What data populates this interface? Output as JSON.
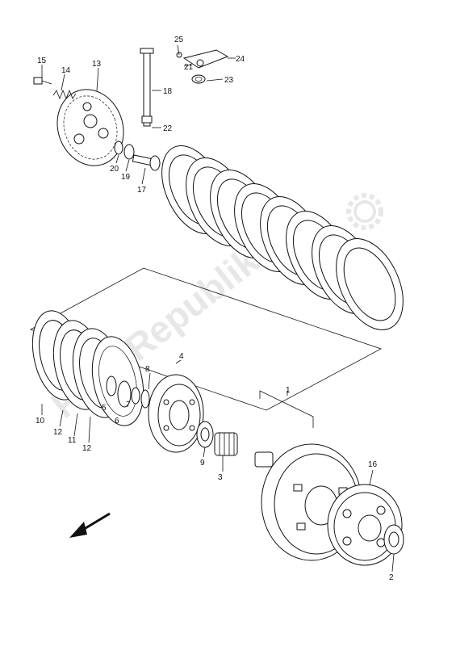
{
  "watermark": {
    "text": "PartsRepublik"
  },
  "labels": {
    "p1": "1",
    "p2": "2",
    "p3": "3",
    "p4": "4",
    "p5": "5",
    "p6": "6",
    "p7": "7",
    "p8": "8",
    "p9": "9",
    "p10": "10",
    "p11": "11",
    "p12a": "12",
    "p12b": "12",
    "p13": "13",
    "p14": "14",
    "p15": "15",
    "p16": "16",
    "p17": "17",
    "p18": "18",
    "p19": "19",
    "p20": "20",
    "p21": "21",
    "p22": "22",
    "p23": "23",
    "p24": "24",
    "p25": "25"
  },
  "icons": {
    "front_arrow": "arrow-icon",
    "watermark_gear": "gear-icon"
  }
}
